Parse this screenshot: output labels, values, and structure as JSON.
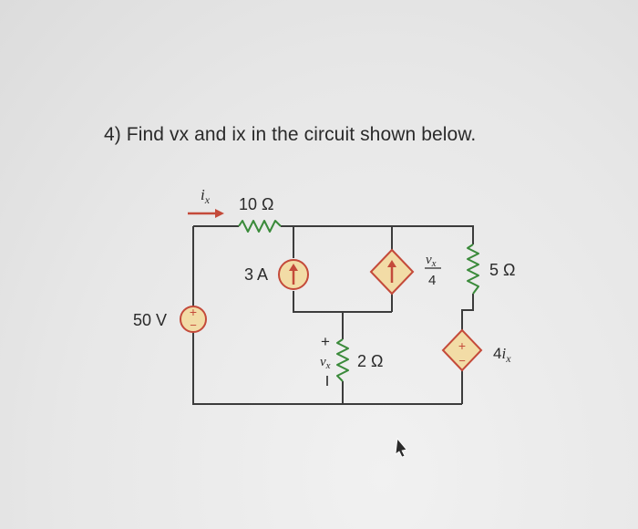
{
  "question": {
    "text": "4) Find vx and ix in the circuit shown below."
  },
  "circuit": {
    "current_label_var": "i",
    "current_label_sub": "x",
    "r1_label": "10 Ω",
    "r2_label": "5 Ω",
    "r3_label": "2 Ω",
    "source_50v_label": "50 V",
    "source_3a_label": "3 A",
    "cccs_num_var": "v",
    "cccs_num_sub": "x",
    "cccs_den": "4",
    "dep_v_coef": "4",
    "dep_v_var": "i",
    "dep_v_sub": "x",
    "vx_var": "v",
    "vx_sub": "x",
    "plus": "+",
    "minus": "−",
    "colors": {
      "wire": "#3c3c3c",
      "resistor": "#3a8a3a",
      "source_outline": "#c44a3a",
      "source_fill": "#f2dca6",
      "arrow": "#c44a3a"
    }
  }
}
